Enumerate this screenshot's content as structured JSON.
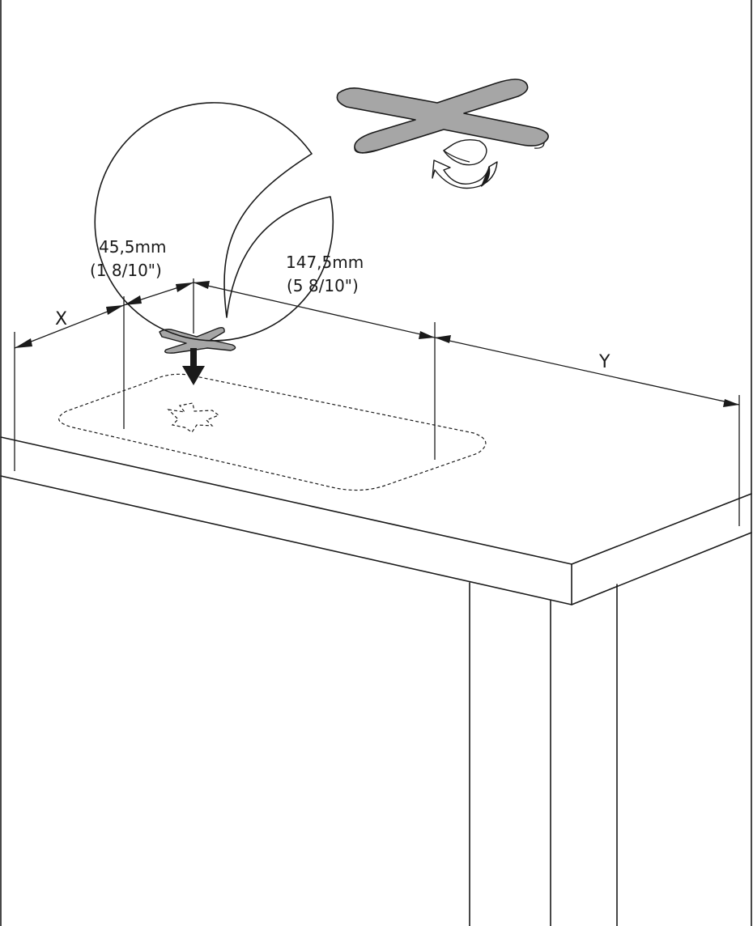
{
  "dimensions": {
    "x_label": "X",
    "y_label": "Y",
    "offset_mm": "45,5mm",
    "offset_in": "(1 8/10\")",
    "span_mm": "147,5mm",
    "span_in": "(5 8/10\")"
  },
  "colors": {
    "line": "#1a1a1a",
    "pad_fill": "#a6a6a6",
    "background": "#ffffff"
  },
  "icons": {
    "cross_pad": "cross-pad-icon",
    "peel_arrow": "peel-arrow-icon",
    "down_arrow": "down-arrow-icon"
  }
}
